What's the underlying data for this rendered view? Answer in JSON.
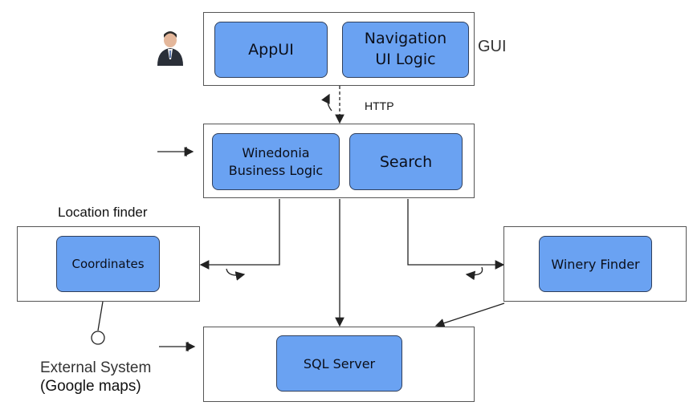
{
  "gui": {
    "app_ui": "AppUI",
    "nav_logic": "Navigation\nUI Logic",
    "label": "GUI"
  },
  "http_label": "HTTP",
  "business": {
    "winedonia": "Winedonia\nBusiness Logic",
    "search": "Search"
  },
  "location_finder": {
    "title": "Location finder",
    "coordinates": "Coordinates"
  },
  "winery_finder": "Winery Finder",
  "sql_server": "SQL Server",
  "external_system": {
    "title": "External System",
    "subtitle": "(Google maps)"
  },
  "colors": {
    "box_fill": "#6aa2f2",
    "box_border": "#2f3f5c",
    "frame_border": "#555555",
    "arrow": "#222222"
  },
  "icons": {
    "user": "user-avatar-icon"
  }
}
